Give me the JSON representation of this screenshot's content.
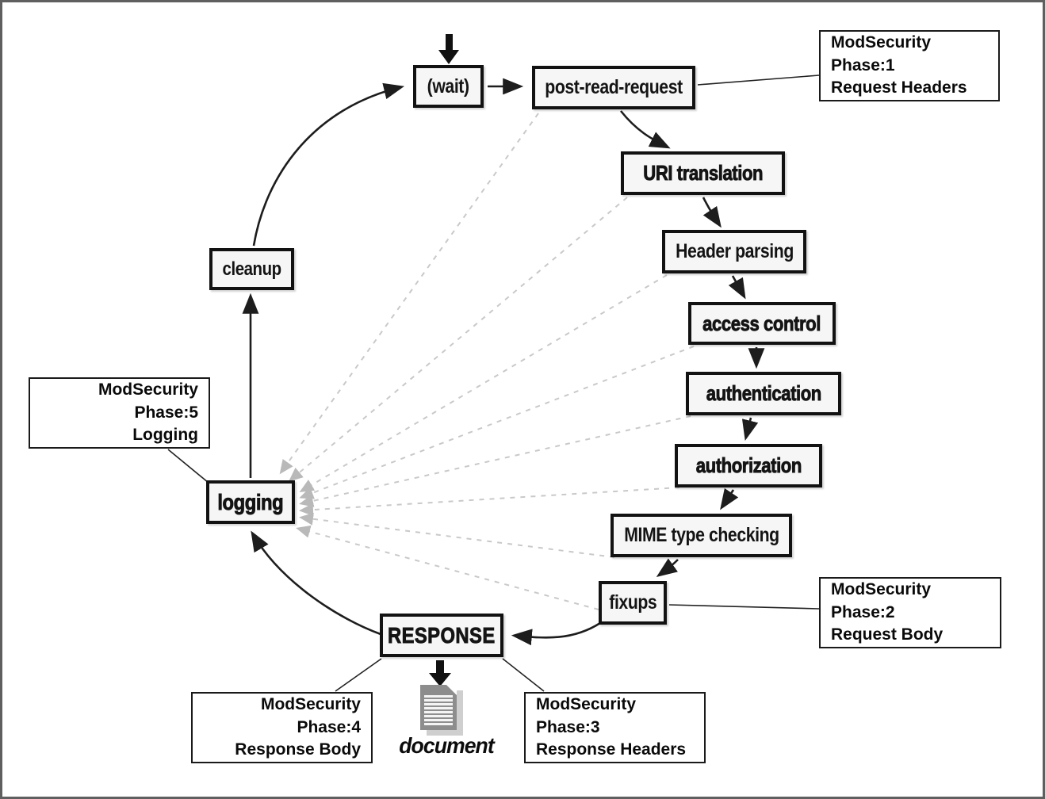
{
  "nodes": {
    "wait": "(wait)",
    "post_read_request": "post-read-request",
    "uri_translation": "URI translation",
    "header_parsing": "Header parsing",
    "access_control": "access control",
    "authentication": "authentication",
    "authorization": "authorization",
    "mime_type_checking": "MIME type checking",
    "fixups": "fixups",
    "response": "RESPONSE",
    "logging": "logging",
    "cleanup": "cleanup"
  },
  "document_label": "document",
  "callouts": {
    "phase1": {
      "line1": "ModSecurity Phase:1",
      "line2": "Request Headers"
    },
    "phase2": {
      "line1": "ModSecurity Phase:2",
      "line2": "Request Body"
    },
    "phase3": {
      "line1": "ModSecurity Phase:3",
      "line2": "Response Headers"
    },
    "phase4": {
      "line1": "ModSecurity Phase:4",
      "line2": "Response Body"
    },
    "phase5": {
      "line1": "ModSecurity Phase:5",
      "line2": "Logging"
    }
  },
  "colors": {
    "frame_border": "#5f5f5f",
    "node_border": "#121212",
    "node_fill": "#f6f6f6",
    "arrow": "#1d1d1d",
    "dashed_line": "#c9c9c9",
    "dashed_arrowhead": "#b9b9b9",
    "document_gray": "#8d8d8d"
  }
}
